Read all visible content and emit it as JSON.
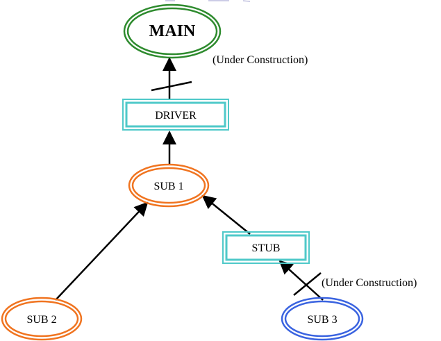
{
  "diagram": {
    "nodes": {
      "main": {
        "label": "MAIN",
        "color": "#2e8b2e"
      },
      "driver": {
        "label": "DRIVER",
        "color": "#4fc9c9"
      },
      "sub1": {
        "label": "SUB 1",
        "color": "#f07420"
      },
      "stub": {
        "label": "STUB",
        "color": "#4fc9c9"
      },
      "sub2": {
        "label": "SUB 2",
        "color": "#f07420"
      },
      "sub3": {
        "label": "SUB 3",
        "color": "#3a63e0"
      }
    },
    "annotations": {
      "main_note": "(Under Construction)",
      "sub3_note": "(Under Construction)"
    },
    "connections": [
      {
        "from": "driver",
        "to": "main",
        "crossed": true
      },
      {
        "from": "sub1",
        "to": "driver",
        "crossed": false
      },
      {
        "from": "stub",
        "to": "sub1",
        "crossed": false
      },
      {
        "from": "sub2",
        "to": "sub1",
        "crossed": false
      },
      {
        "from": "sub3",
        "to": "stub",
        "crossed": true
      }
    ]
  }
}
